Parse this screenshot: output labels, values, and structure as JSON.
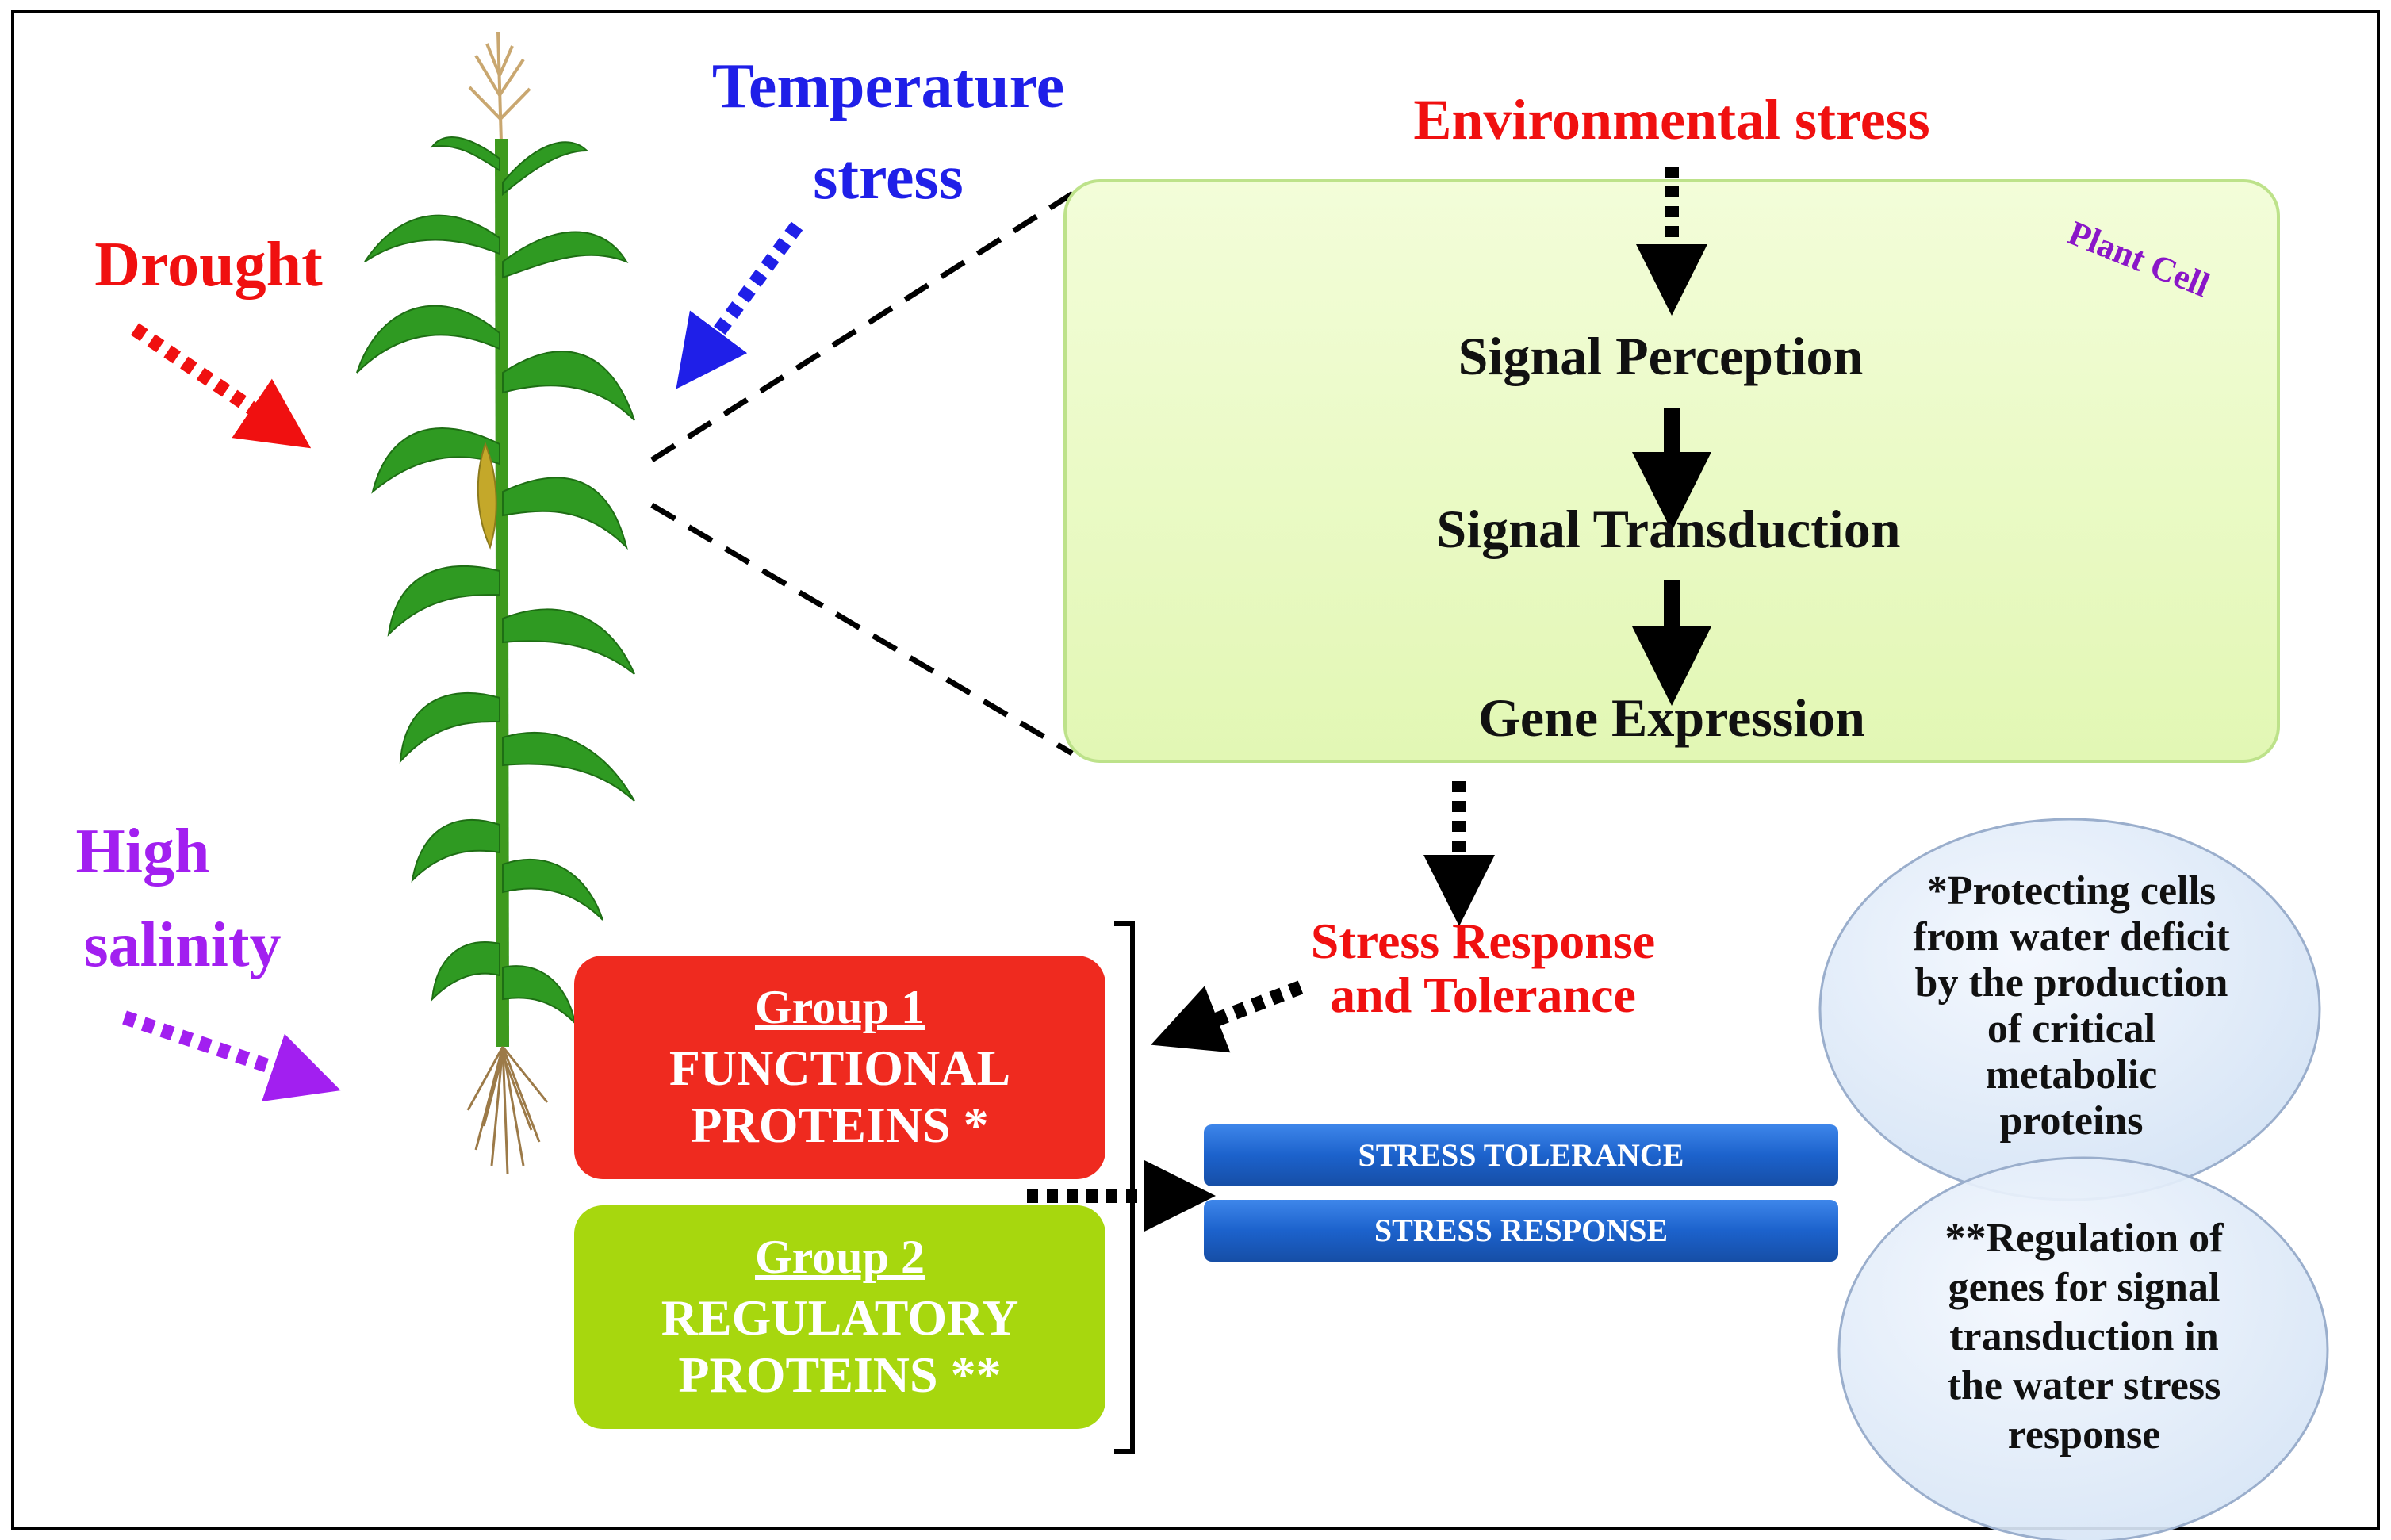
{
  "colors": {
    "red": "#f01010",
    "blue": "#1f1fe8",
    "purple": "#a21ff0",
    "plant_cell_label": "#8a16c8",
    "cell_fill": "#ebfcc8",
    "cell_border": "#bde28a",
    "group1_fill": "#ef2a1f",
    "group2_fill": "#a7d70e",
    "bar_blue": "#1c62cc",
    "oval_fill": "#e3eefa",
    "oval_border": "#9aaecc",
    "stem_green": "#3e9a1e",
    "leaf_green": "#2f9a22"
  },
  "stresses": {
    "drought": "Drought",
    "temperature_line1": "Temperature",
    "temperature_line2": "stress",
    "salinity_line1": "High",
    "salinity_line2": "salinity"
  },
  "cell": {
    "env_stress": "Environmental stress",
    "label": "Plant Cell",
    "step1": "Signal Perception",
    "step2": "Signal Transduction",
    "step3": "Gene Expression"
  },
  "stress_response": {
    "line1": "Stress Response",
    "line2": "and Tolerance"
  },
  "group1": {
    "heading": "Group 1",
    "line1": "FUNCTIONAL",
    "line2": "PROTEINS *"
  },
  "group2": {
    "heading": "Group 2",
    "line1": "REGULATORY",
    "line2": "PROTEINS **"
  },
  "bars": {
    "tolerance": "STRESS TOLERANCE",
    "response": "STRESS RESPONSE"
  },
  "note1": {
    "lines": [
      "*Protecting cells",
      "from water deficit",
      "by the production",
      "of critical",
      "metabolic",
      "proteins"
    ]
  },
  "note2": {
    "lines": [
      "**Regulation of",
      "genes for signal",
      "transduction in",
      "the water stress",
      "response"
    ]
  },
  "icons": {
    "plant": "maize-plant-icon"
  }
}
